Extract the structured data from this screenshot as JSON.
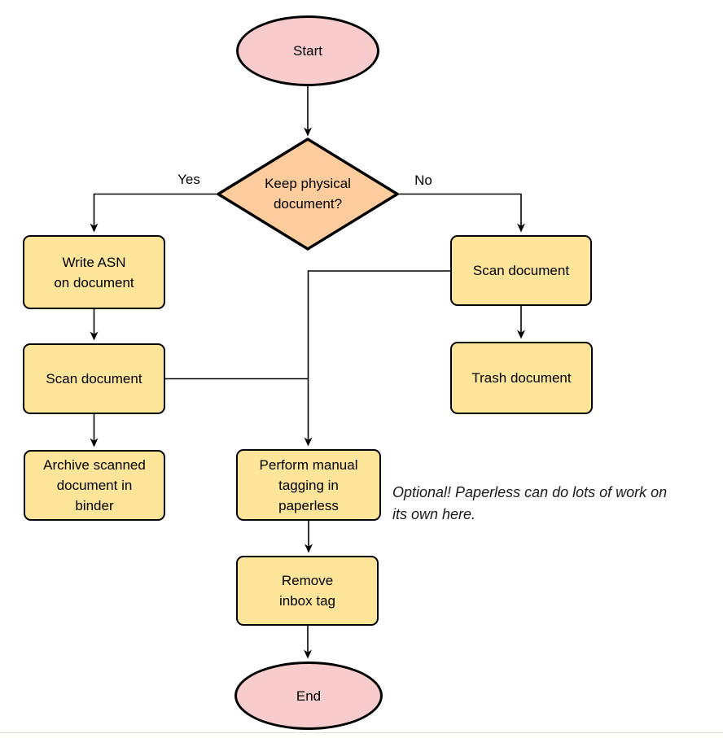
{
  "diagram": {
    "nodes": {
      "start": {
        "shape": "terminator",
        "label": "Start",
        "lines": [
          "Start"
        ]
      },
      "decision": {
        "shape": "decision",
        "label": "Keep physical document?",
        "lines": [
          "Keep physical",
          "document?"
        ]
      },
      "write_asn": {
        "shape": "process",
        "label": "Write ASN on document",
        "lines": [
          "Write ASN",
          "on document"
        ]
      },
      "scan_document_left": {
        "shape": "process",
        "label": "Scan document",
        "lines": [
          "Scan document"
        ]
      },
      "archive_binder": {
        "shape": "process",
        "label": "Archive scanned document in binder",
        "lines": [
          "Archive scanned",
          "document in",
          "binder"
        ]
      },
      "scan_document_right": {
        "shape": "process",
        "label": "Scan document",
        "lines": [
          "Scan document"
        ]
      },
      "trash_document": {
        "shape": "process",
        "label": "Trash document",
        "lines": [
          "Trash document"
        ]
      },
      "manual_tagging": {
        "shape": "process",
        "label": "Perform manual tagging in paperless",
        "lines": [
          "Perform manual",
          "tagging in",
          "paperless"
        ]
      },
      "remove_inbox_tag": {
        "shape": "process",
        "label": "Remove inbox tag",
        "lines": [
          "Remove",
          "inbox tag"
        ]
      },
      "end": {
        "shape": "terminator",
        "label": "End",
        "lines": [
          "End"
        ]
      }
    },
    "edges": [
      {
        "from": "start",
        "to": "decision",
        "label": ""
      },
      {
        "from": "decision",
        "to": "write_asn",
        "label": "Yes"
      },
      {
        "from": "decision",
        "to": "scan_document_right",
        "label": "No"
      },
      {
        "from": "write_asn",
        "to": "scan_document_left",
        "label": ""
      },
      {
        "from": "scan_document_left",
        "to": "archive_binder",
        "label": ""
      },
      {
        "from": "scan_document_right",
        "to": "trash_document",
        "label": ""
      },
      {
        "from": "scan_document_right",
        "to": "manual_tagging",
        "label": ""
      },
      {
        "from": "scan_document_left",
        "to": "manual_tagging",
        "label": ""
      },
      {
        "from": "manual_tagging",
        "to": "remove_inbox_tag",
        "label": ""
      },
      {
        "from": "remove_inbox_tag",
        "to": "end",
        "label": ""
      }
    ],
    "annotation": {
      "text": "Optional! Paperless can do lots of work on its own here.",
      "lines": [
        "Optional! Paperless can do lots of work on",
        "its own here."
      ]
    },
    "colors": {
      "terminator_fill": "#F8CCCC",
      "decision_fill": "#FFCC9E",
      "process_fill": "#FFE599",
      "stroke": "#000000",
      "annotation_text": "#1a1a1a"
    }
  }
}
